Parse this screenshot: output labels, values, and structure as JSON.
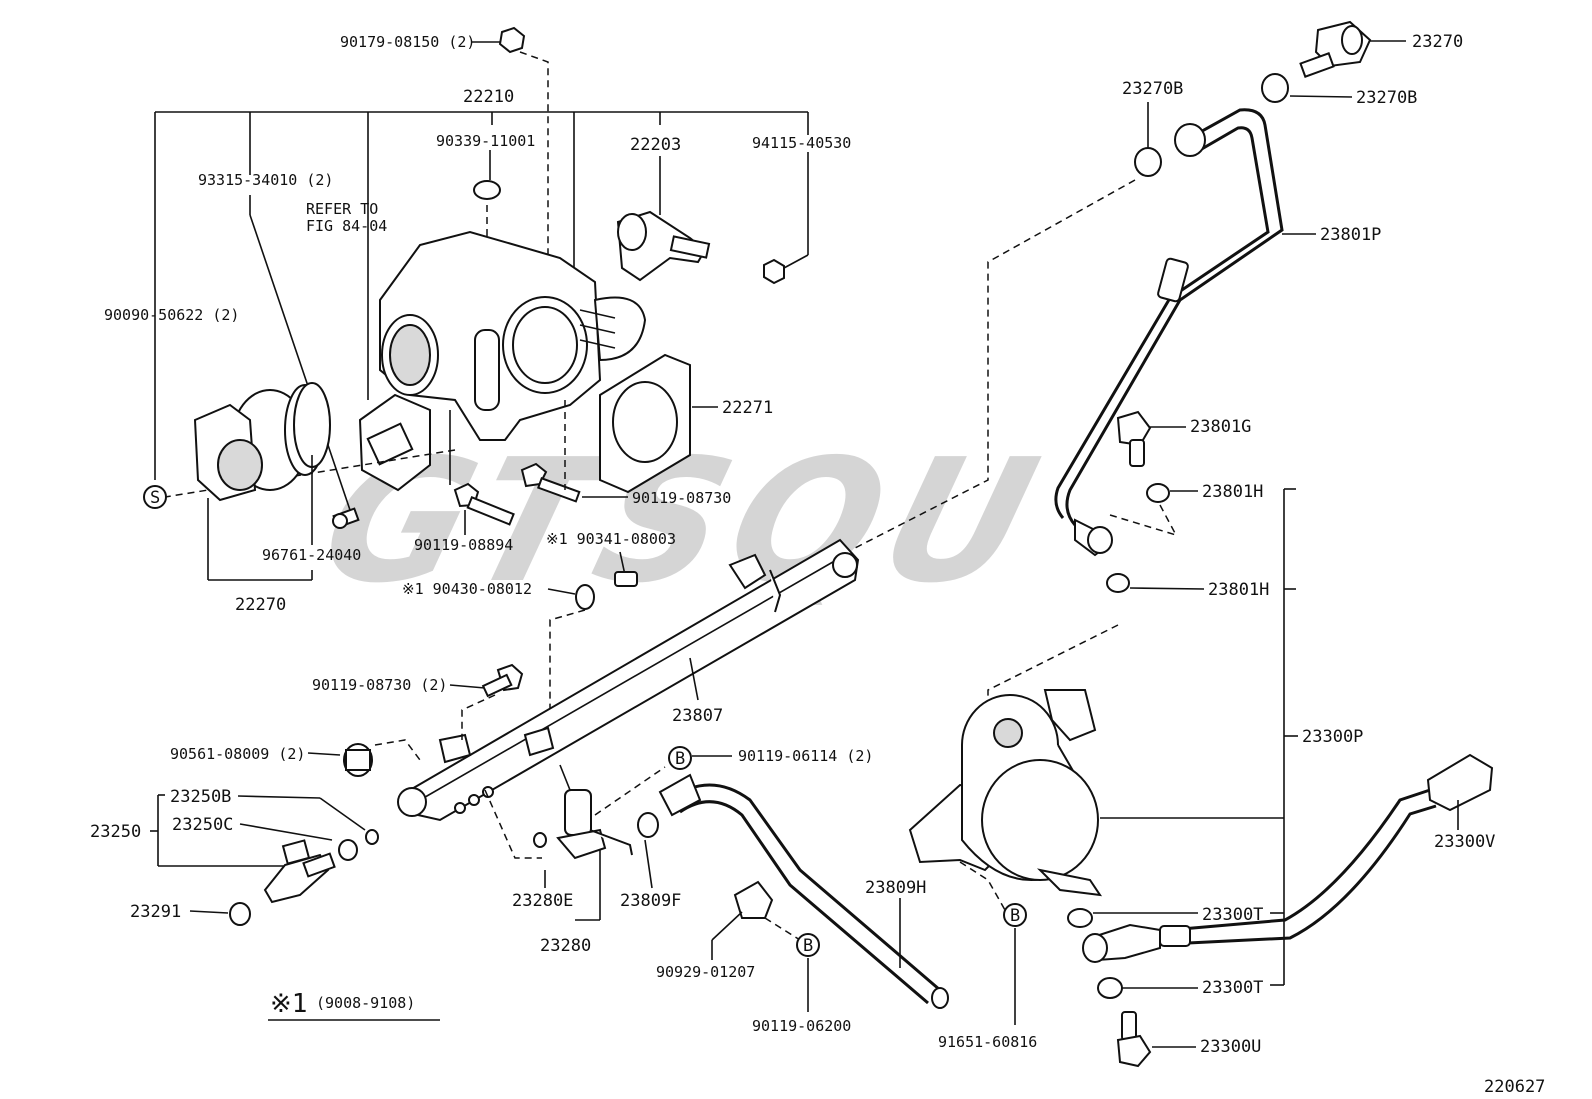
{
  "diagram_id": "220627",
  "watermark": "GTSQU",
  "footnote": {
    "mark": "※1",
    "range": "(9008-9108)"
  },
  "reference": {
    "line1": "REFER TO",
    "line2": "FIG 84-04"
  },
  "labels": {
    "p22210": "22210",
    "p90179": "90179-08150 (2)",
    "p90339": "90339-11001",
    "p22203": "22203",
    "p94115": "94115-40530",
    "p93315": "93315-34010 (2)",
    "p90090": "90090-50622 (2)",
    "p22271": "22271",
    "p90119_08730": "90119-08730",
    "p96761": "96761-24040",
    "p22270": "22270",
    "p90119_08894": "90119-08894",
    "p90341": "※1 90341-08003",
    "p90430": "※1 90430-08012",
    "p90119_08730_2": "90119-08730 (2)",
    "p23807": "23807",
    "p90561": "90561-08009 (2)",
    "p90119_06114": "90119-06114 (2)",
    "p23250B": "23250B",
    "p23250C": "23250C",
    "p23250": "23250",
    "p23291": "23291",
    "p23280E": "23280E",
    "p23809F": "23809F",
    "p23280": "23280",
    "p23809H": "23809H",
    "p90929": "90929-01207",
    "p90119_06200": "90119-06200",
    "p91651": "91651-60816",
    "p23270": "23270",
    "p23270B_top": "23270B",
    "p23270B_left": "23270B",
    "p23801P": "23801P",
    "p23801G": "23801G",
    "p23801H_1": "23801H",
    "p23801H_2": "23801H",
    "p23300P": "23300P",
    "p23300V": "23300V",
    "p23300T_1": "23300T",
    "p23300T_2": "23300T",
    "p23300U": "23300U"
  },
  "markers": {
    "S": "S",
    "B": "B"
  }
}
